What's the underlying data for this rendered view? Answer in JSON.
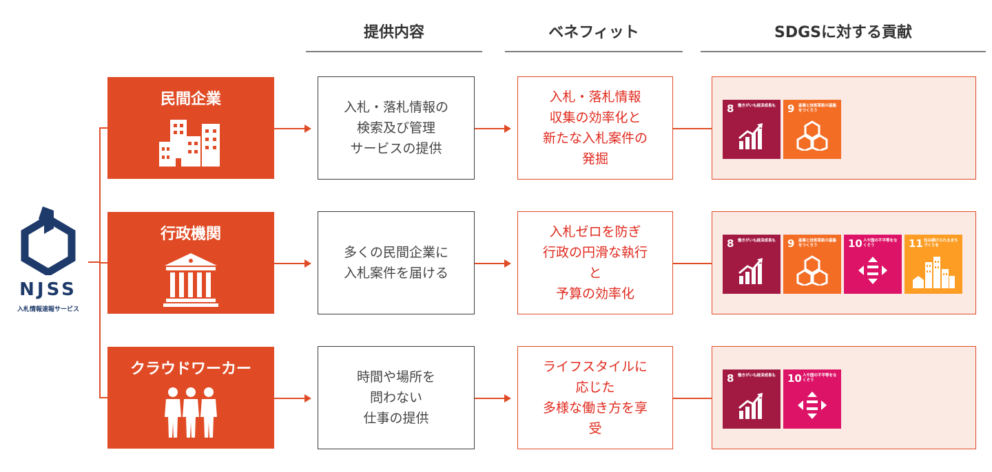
{
  "headers": {
    "service": "提供内容",
    "benefit": "ベネフィット",
    "sdgs": "SDGSに対する貢献"
  },
  "logo": {
    "name": "NJSS",
    "subtitle": "入札情報速報サービス",
    "color": "#1e3a6a"
  },
  "colors": {
    "accent": "#e04b25",
    "benefit_text": "#e02a1e",
    "panel_bg": "#fbe9e4"
  },
  "rows": [
    {
      "category": "民間企業",
      "icon": "buildings-icon",
      "service": "入札・落札情報の\n検索及び管理\nサービスの提供",
      "benefit": "入札・落札情報\n収集の効率化と\n新たな入札案件の\n発掘",
      "sdgs": [
        {
          "num": "8",
          "label": "働きがいも経済成長も",
          "color": "#a21942",
          "icon": "growth-chart-icon"
        },
        {
          "num": "9",
          "label": "産業と技術革新の基盤をつくろう",
          "color": "#f36d25",
          "icon": "cubes-icon"
        }
      ]
    },
    {
      "category": "行政機関",
      "icon": "government-building-icon",
      "service": "多くの民間企業に\n入札案件を届ける",
      "benefit": "入札ゼロを防ぎ\n行政の円滑な執行\nと\n予算の効率化",
      "sdgs": [
        {
          "num": "8",
          "label": "働きがいも経済成長も",
          "color": "#a21942",
          "icon": "growth-chart-icon"
        },
        {
          "num": "9",
          "label": "産業と技術革新の基盤をつくろう",
          "color": "#f36d25",
          "icon": "cubes-icon"
        },
        {
          "num": "10",
          "label": "人や国の不平等をなくそう",
          "color": "#dd1367",
          "icon": "equality-icon"
        },
        {
          "num": "11",
          "label": "住み続けられるまちづくりを",
          "color": "#fd9d24",
          "icon": "city-icon"
        }
      ]
    },
    {
      "category": "クラウドワーカー",
      "icon": "people-icon",
      "service": "時間や場所を\n問わない\n仕事の提供",
      "benefit": "ライフスタイルに\n応じた\n多様な働き方を享\n受",
      "sdgs": [
        {
          "num": "8",
          "label": "働きがいも経済成長も",
          "color": "#a21942",
          "icon": "growth-chart-icon"
        },
        {
          "num": "10",
          "label": "人や国の不平等をなくそう",
          "color": "#dd1367",
          "icon": "equality-icon"
        }
      ]
    }
  ]
}
